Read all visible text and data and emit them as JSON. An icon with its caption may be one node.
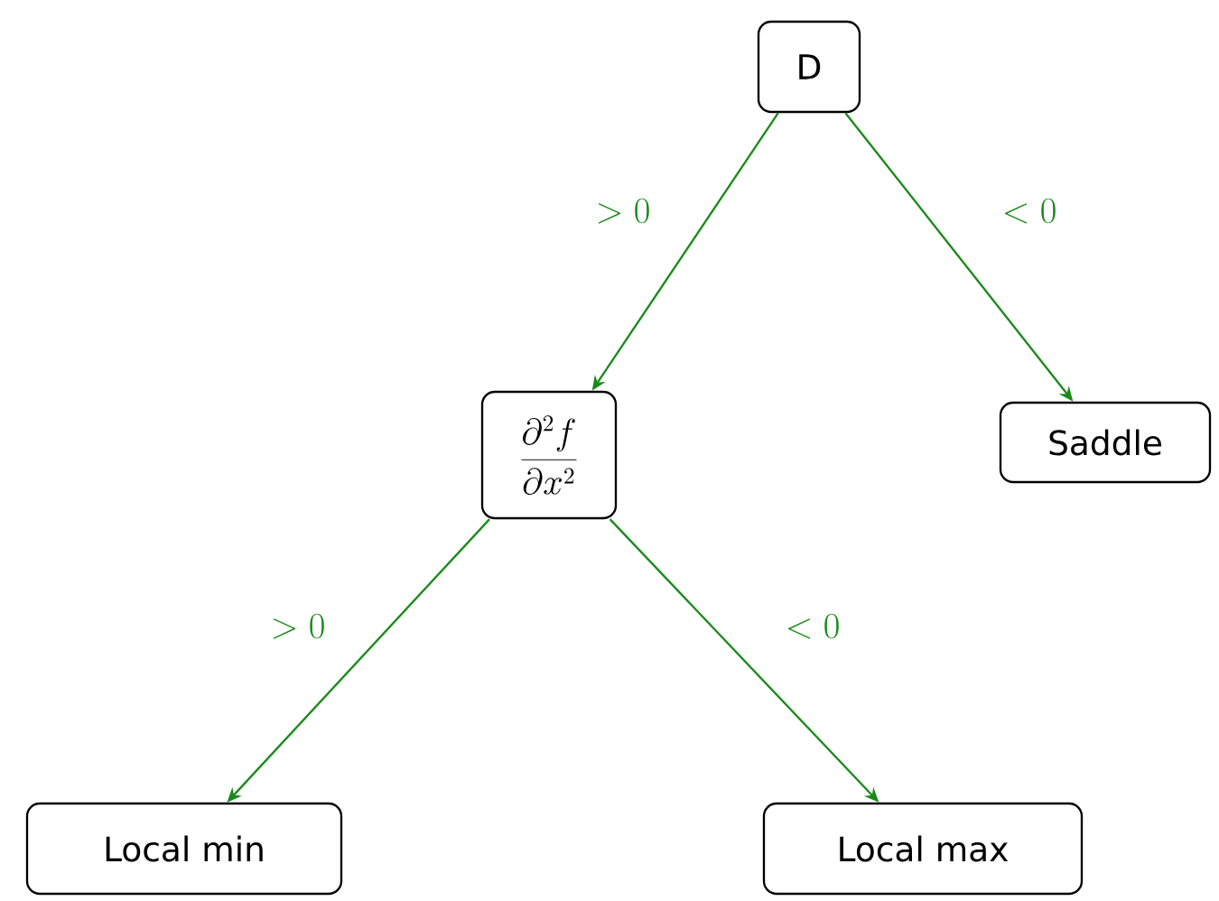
{
  "diagram": {
    "nodes": [
      {
        "text": [
          "D"
        ]
      },
      {
        "text": [
          "\\frac{\\partial^2 f}{\\partial x^2}"
        ]
      },
      {
        "text": [
          "Saddle"
        ]
      },
      {
        "text": [
          "Local min"
        ]
      },
      {
        "text": [
          "Local max"
        ]
      }
    ],
    "edges": [
      {
        "from": 0,
        "to": 1,
        "arrow": "to",
        "label": "> 0"
      },
      {
        "from": 0,
        "to": 2,
        "arrow": "to",
        "label": "< 0"
      },
      {
        "from": 1,
        "to": 3,
        "arrow": "to",
        "label": "> 0"
      },
      {
        "from": 1,
        "to": 4,
        "arrow": "to",
        "label": "< 0"
      }
    ]
  }
}
